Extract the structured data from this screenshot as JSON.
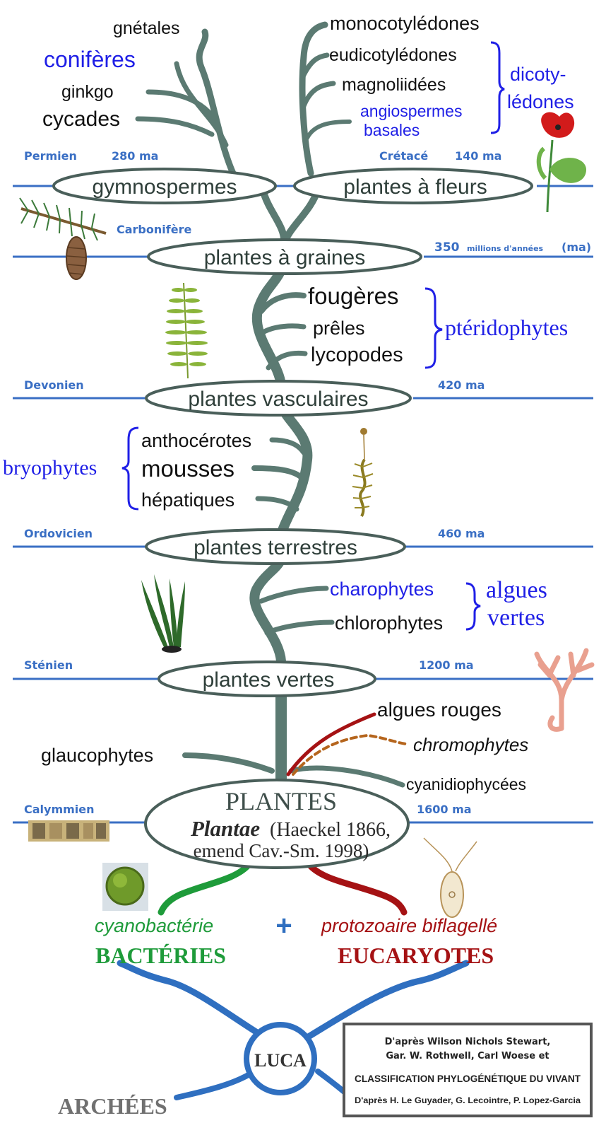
{
  "colors": {
    "trunk": "#5b7a72",
    "trunk_dark": "#3f5f57",
    "timeline": "#3a6fc4",
    "node_border": "#4a5f5a",
    "blue_text": "#1f1fe6",
    "era_text": "#3a6fc4",
    "green": "#1e9b3a",
    "red": "#a51214",
    "brown_dash": "#b5651d",
    "root_blue": "#2f6fc0"
  },
  "timeline": [
    {
      "era": "Permien",
      "age": "280 ma"
    },
    {
      "era": "Crétacé",
      "age": "140 ma"
    },
    {
      "era": "Carbonifère",
      "age": "350",
      "age_suffix": "millions d'années",
      "age_unit": "(ma)"
    },
    {
      "era": "Devonien",
      "age": "420 ma"
    },
    {
      "era": "Ordovicien",
      "age": "460 ma"
    },
    {
      "era": "Sténien",
      "age": "1200 ma"
    },
    {
      "era": "Calymmien",
      "age": "1600 ma"
    }
  ],
  "nodes": {
    "gymnospermes": "gymnospermes",
    "plantes_fleurs": "plantes à fleurs",
    "plantes_graines": "plantes à graines",
    "plantes_vasculaires": "plantes vasculaires",
    "plantes_terrestres": "plantes terrestres",
    "plantes_vertes": "plantes vertes",
    "plantes": {
      "title": "PLANTES",
      "latin": "Plantae",
      "author1": "(Haeckel 1866,",
      "author2": "emend Cav.-Sm. 1998)"
    }
  },
  "leaves": {
    "gnetales": "gnétales",
    "coniferes": "conifères",
    "ginkgo": "ginkgo",
    "cycades": "cycades",
    "monocotyledones": "monocotylédones",
    "eudicotyledones": "eudicotylédones",
    "magnoliidees": "magnoliidées",
    "angiospermes": "angiospermes",
    "basales": "basales",
    "dicoty1": "dicoty-",
    "dicoty2": "lédones",
    "fougeres": "fougères",
    "preles": "prêles",
    "lycopodes": "lycopodes",
    "pteridophytes": "ptéridophytes",
    "anthocerotes": "anthocérotes",
    "mousses": "mousses",
    "hepatiques": "hépatiques",
    "bryophytes": "bryophytes",
    "charophytes": "charophytes",
    "chlorophytes": "chlorophytes",
    "algues": "algues",
    "vertes": "vertes",
    "algues_rouges": "algues rouges",
    "chromophytes": "chromophytes",
    "glaucophytes": "glaucophytes",
    "cyanidiophycees": "cyanidiophycées"
  },
  "origins": {
    "cyanobacterie": "cyanobactérie",
    "plus": "+",
    "protozoaire": "protozoaire biflagellé",
    "bacteries": "BACTÉRIES",
    "eucaryotes": "EUCARYOTES",
    "luca": "LUCA",
    "archees": "ARCHÉES"
  },
  "credits": {
    "line1": "D'après Wilson Nichols Stewart,",
    "line2": "Gar. W. Rothwell, Carl Woese et",
    "line3": "CLASSIFICATION PHYLOGÉNÉTIQUE DU VIVANT",
    "line4": "D'après H. Le Guyader, G. Lecointre, P. Lopez-Garcia"
  }
}
